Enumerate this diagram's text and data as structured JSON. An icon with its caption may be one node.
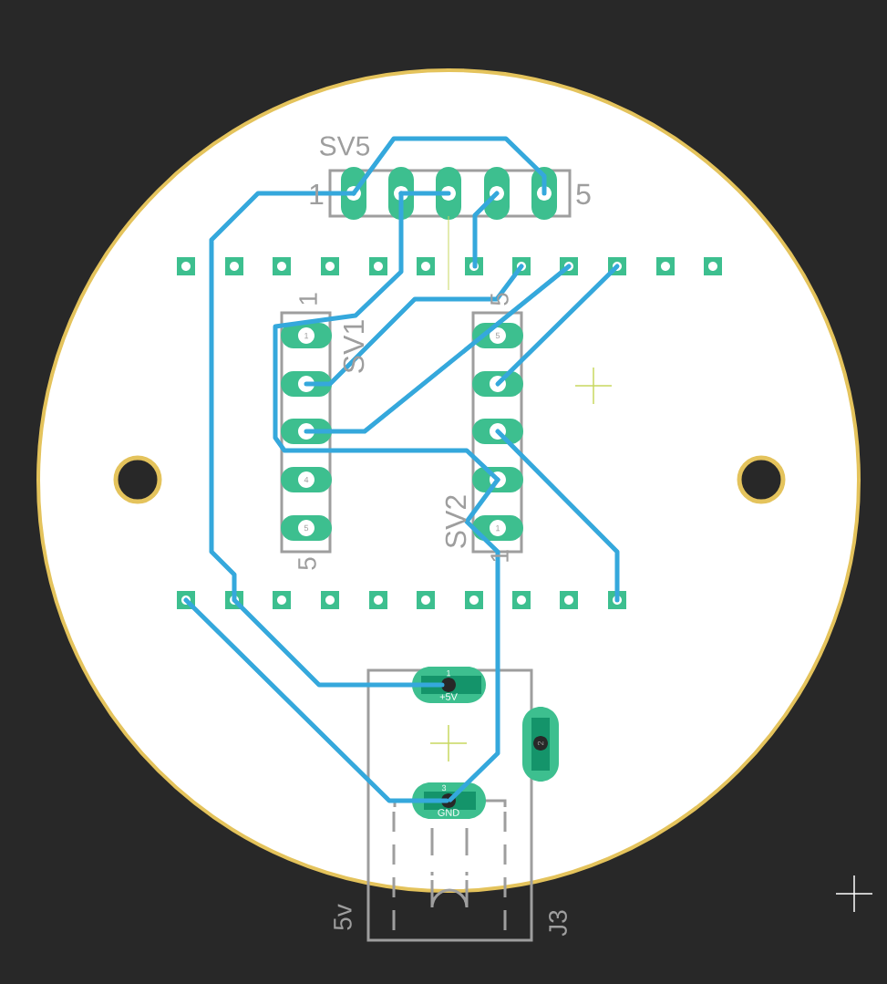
{
  "diagram": {
    "labels": [
      "SV5",
      "1",
      "5",
      "1",
      "5",
      "SV1",
      "1",
      "5",
      "4",
      "SV2",
      "5",
      "1",
      "5",
      "1",
      "1",
      "+5V",
      "2",
      "3",
      "GND",
      "5v",
      "J3"
    ]
  }
}
